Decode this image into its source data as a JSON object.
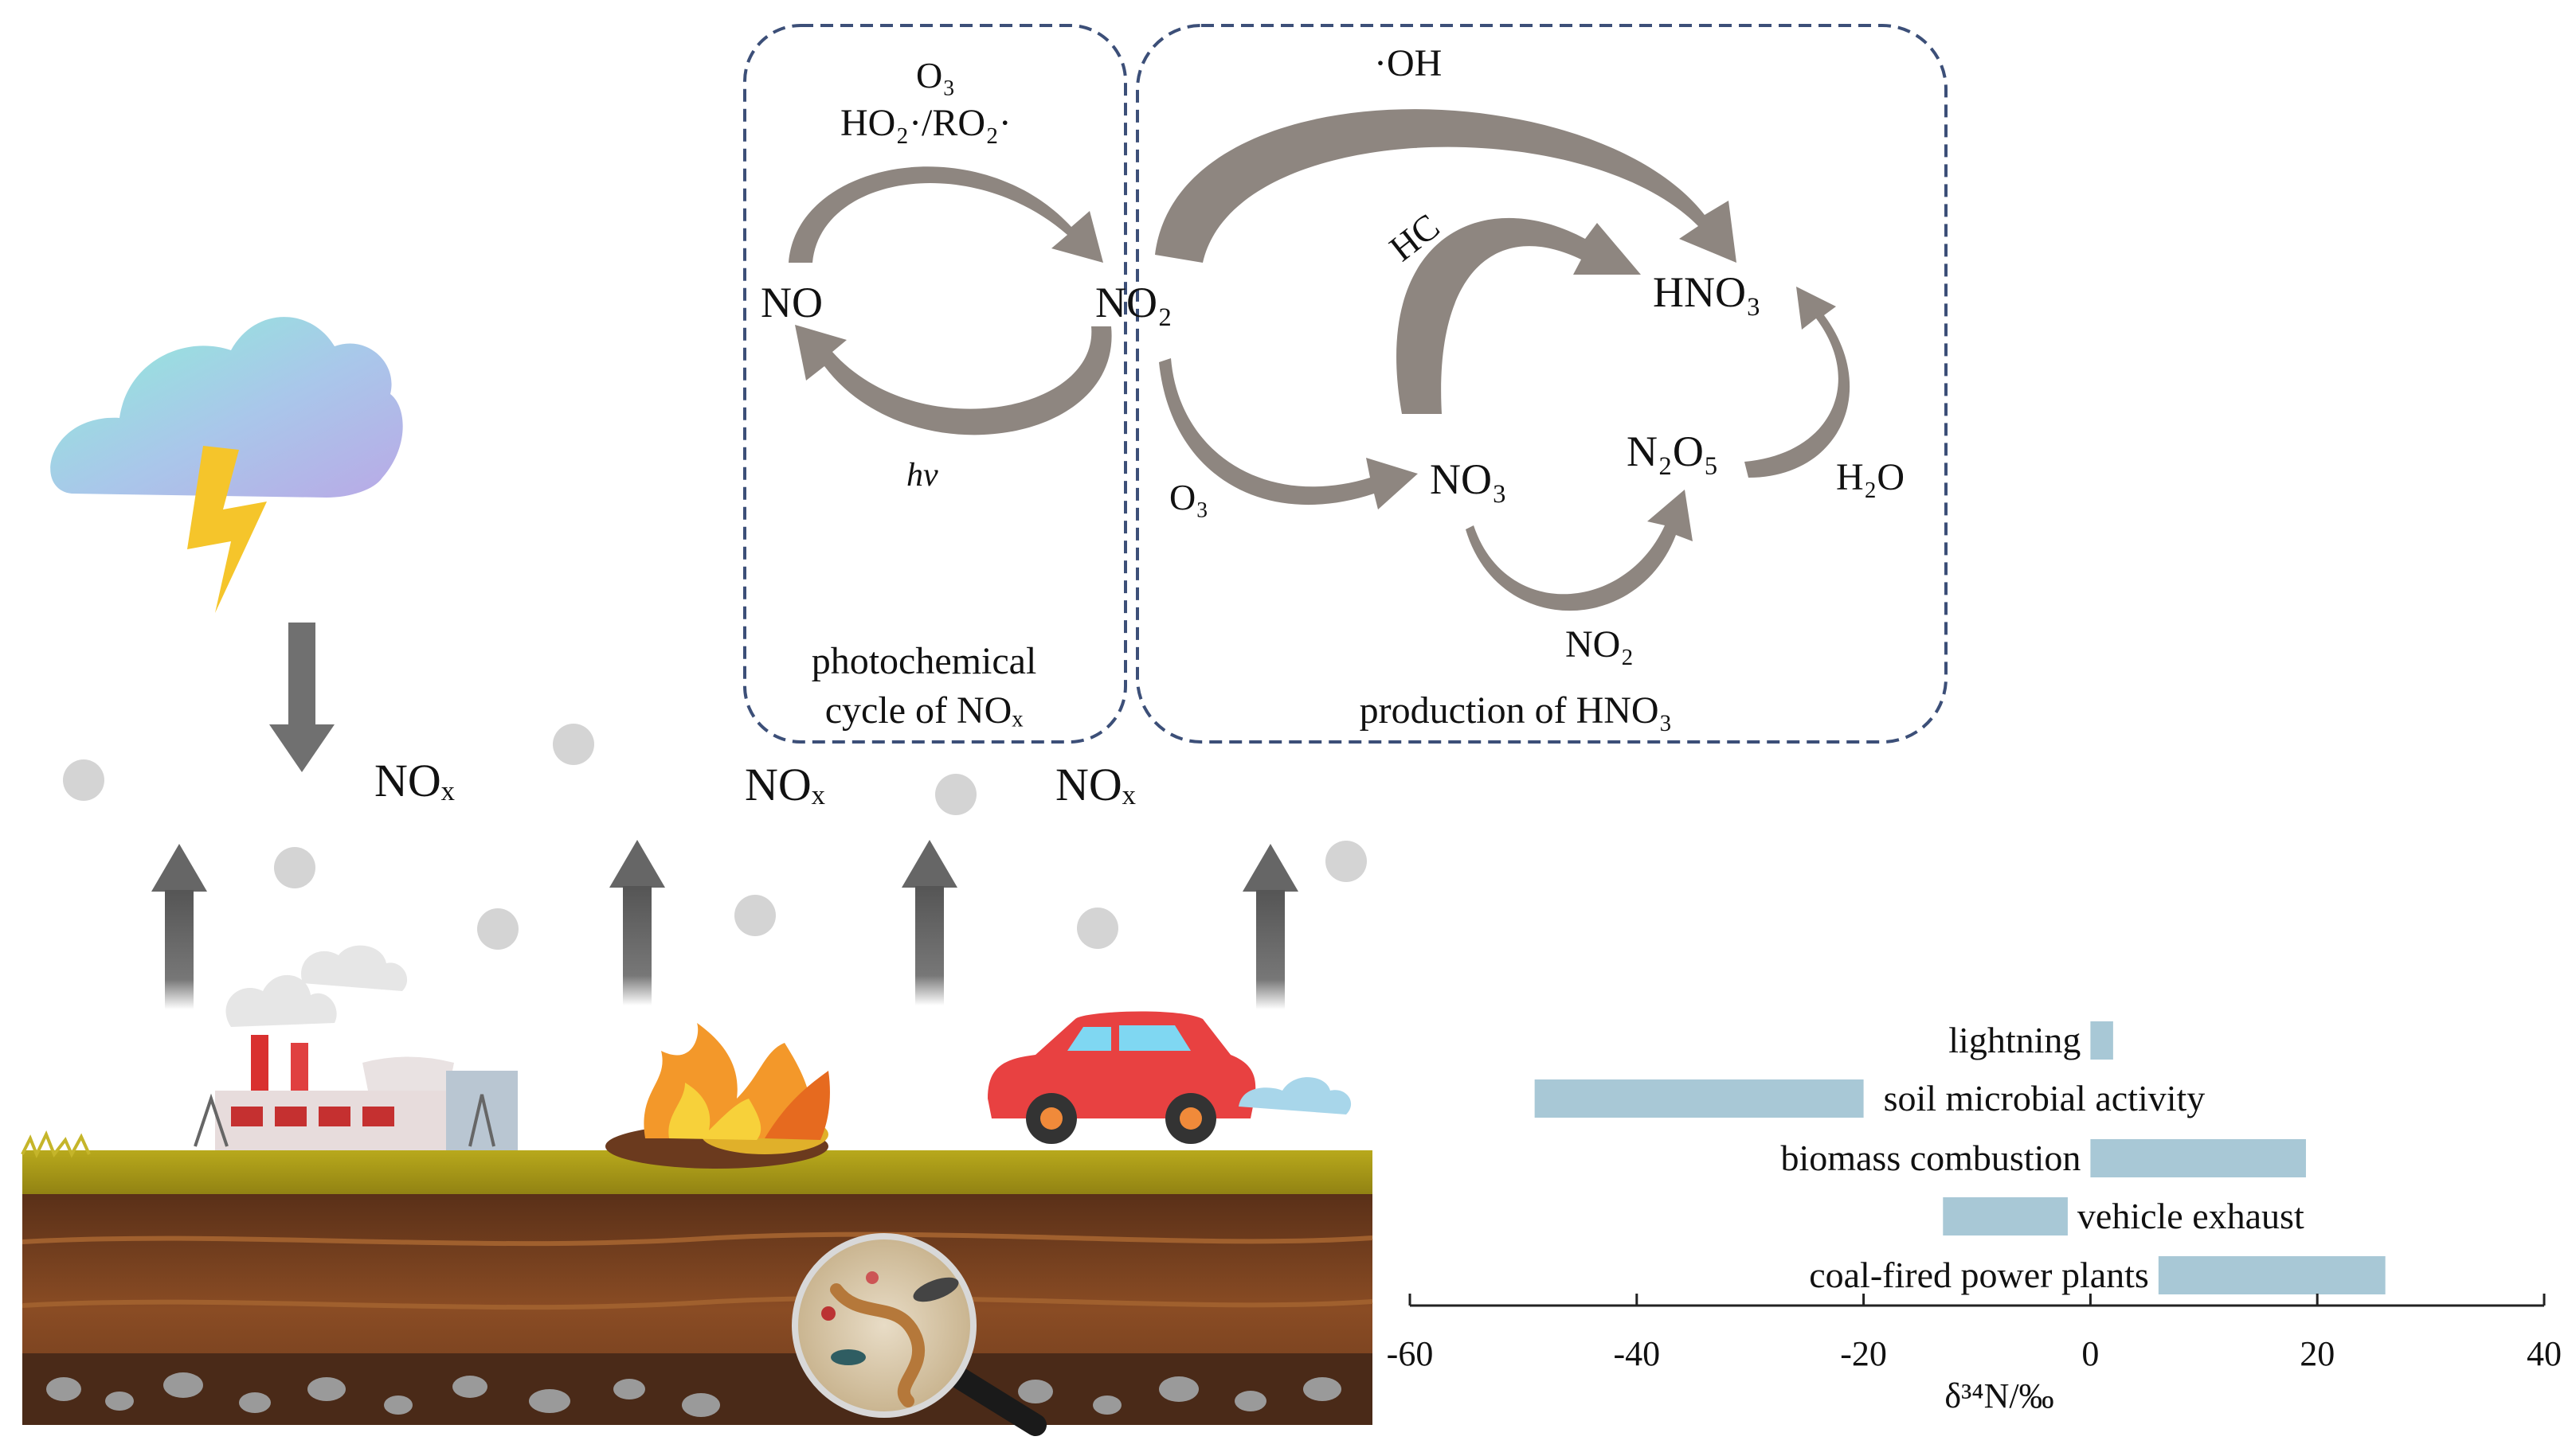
{
  "labels": {
    "o3_top": "O₃",
    "ho2_ro2": "HO₂·/RO₂·",
    "no": "NO",
    "no2_left": "NO₂",
    "hv": "hv",
    "photochem_line1": "photochemical",
    "photochem_line2": "cycle of NOₓ",
    "oh": "·OH",
    "hc": "HC",
    "hno3": "HNO₃",
    "n2o5": "N₂O₅",
    "h2o": "H₂O",
    "o3_lower": "O₃",
    "no3": "NO₃",
    "no2_bottom": "NO₂",
    "production": "production of HNO₃",
    "nox_1": "NOₓ",
    "nox_2": "NOₓ",
    "nox_3": "NOₓ"
  },
  "chart_data": {
    "type": "bar",
    "orientation": "horizontal-range",
    "categories": [
      "lightning",
      "soil microbial activity",
      "biomass combustion",
      "vehicle exhaust",
      "coal-fired power plants"
    ],
    "ranges": [
      [
        0,
        2
      ],
      [
        -49,
        -20
      ],
      [
        0,
        19
      ],
      [
        -13,
        -2
      ],
      [
        6,
        26
      ]
    ],
    "xlim": [
      -60,
      40
    ],
    "xticks": [
      "-60",
      "-40",
      "-20",
      "0",
      "20",
      "40"
    ],
    "xlabel": "δ³⁴N/‰",
    "bar_color": "#a8c8d6"
  }
}
